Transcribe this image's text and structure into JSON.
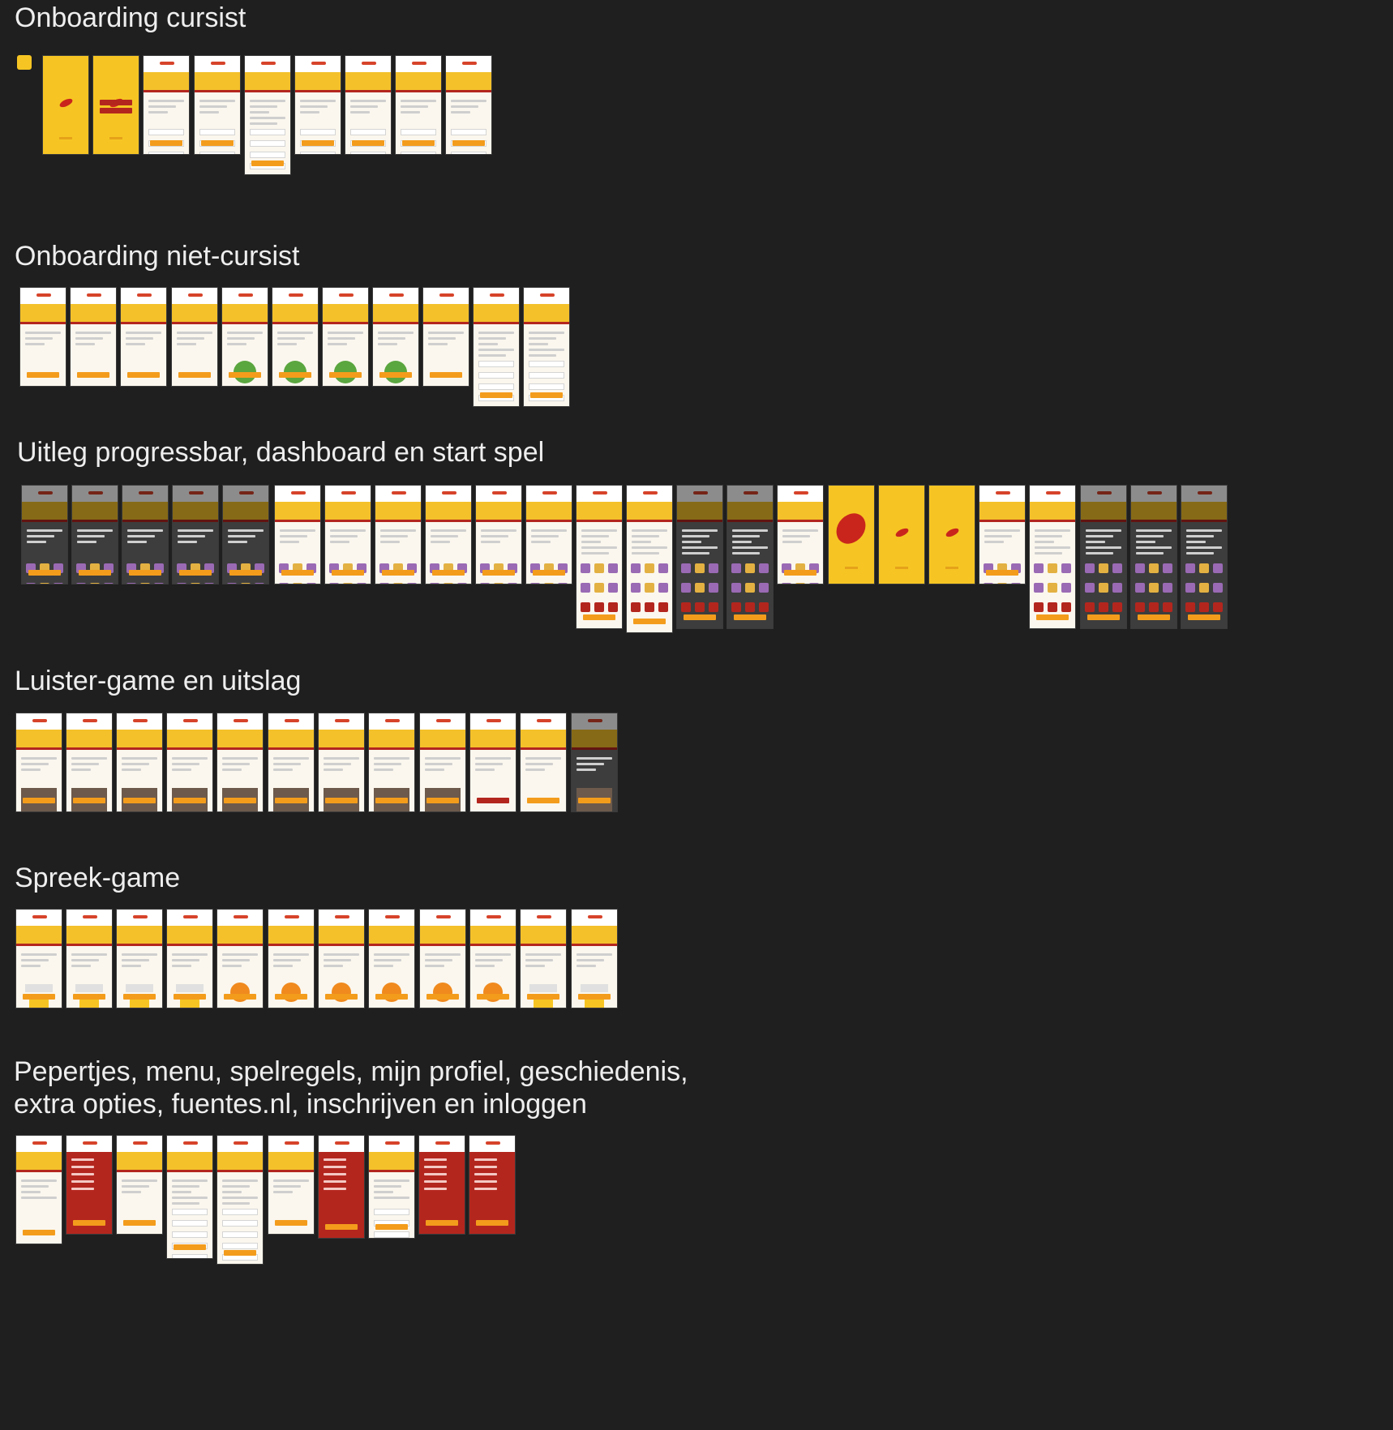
{
  "sections": [
    {
      "id": "onboarding-cursist",
      "title": "Onboarding cursist"
    },
    {
      "id": "onboarding-niet-cursist",
      "title": "Onboarding niet-cursist"
    },
    {
      "id": "uitleg",
      "title": "Uitleg progressbar, dashboard en start spel"
    },
    {
      "id": "luister",
      "title": "Luister-game en uitslag"
    },
    {
      "id": "spreek",
      "title": "Spreek-game"
    },
    {
      "id": "pepertjes",
      "title_line1": "Pepertjes, menu, spelregels, mijn profiel, geschiedenis,",
      "title_line2": "extra opties, fuentes.nl, inschrijven en inloggen"
    }
  ],
  "colors": {
    "background": "#1f1f1f",
    "brand_yellow": "#f6c523",
    "brand_red": "#b3261e",
    "accent_orange": "#f39c1c",
    "screen_bg": "#fbf7ee"
  },
  "icons": {
    "app-logo": "chili-pepper-icon"
  }
}
